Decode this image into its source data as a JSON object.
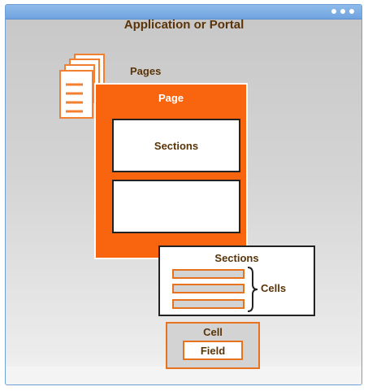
{
  "app": {
    "title": "Application or Portal",
    "pages_label": "Pages",
    "page_label": "Page",
    "inner_sections_label": "Sections",
    "sections_label": "Sections",
    "cells_label": "Cells",
    "cell_label": "Cell",
    "field_label": "Field"
  },
  "icons": {
    "window_menu": "three-dots-icon",
    "pages": "stacked-documents-icon",
    "brace": "curly-brace-icon"
  },
  "colors": {
    "accent": "#f9650f",
    "text": "#5a3408",
    "titlebar": "#6fa3df"
  }
}
